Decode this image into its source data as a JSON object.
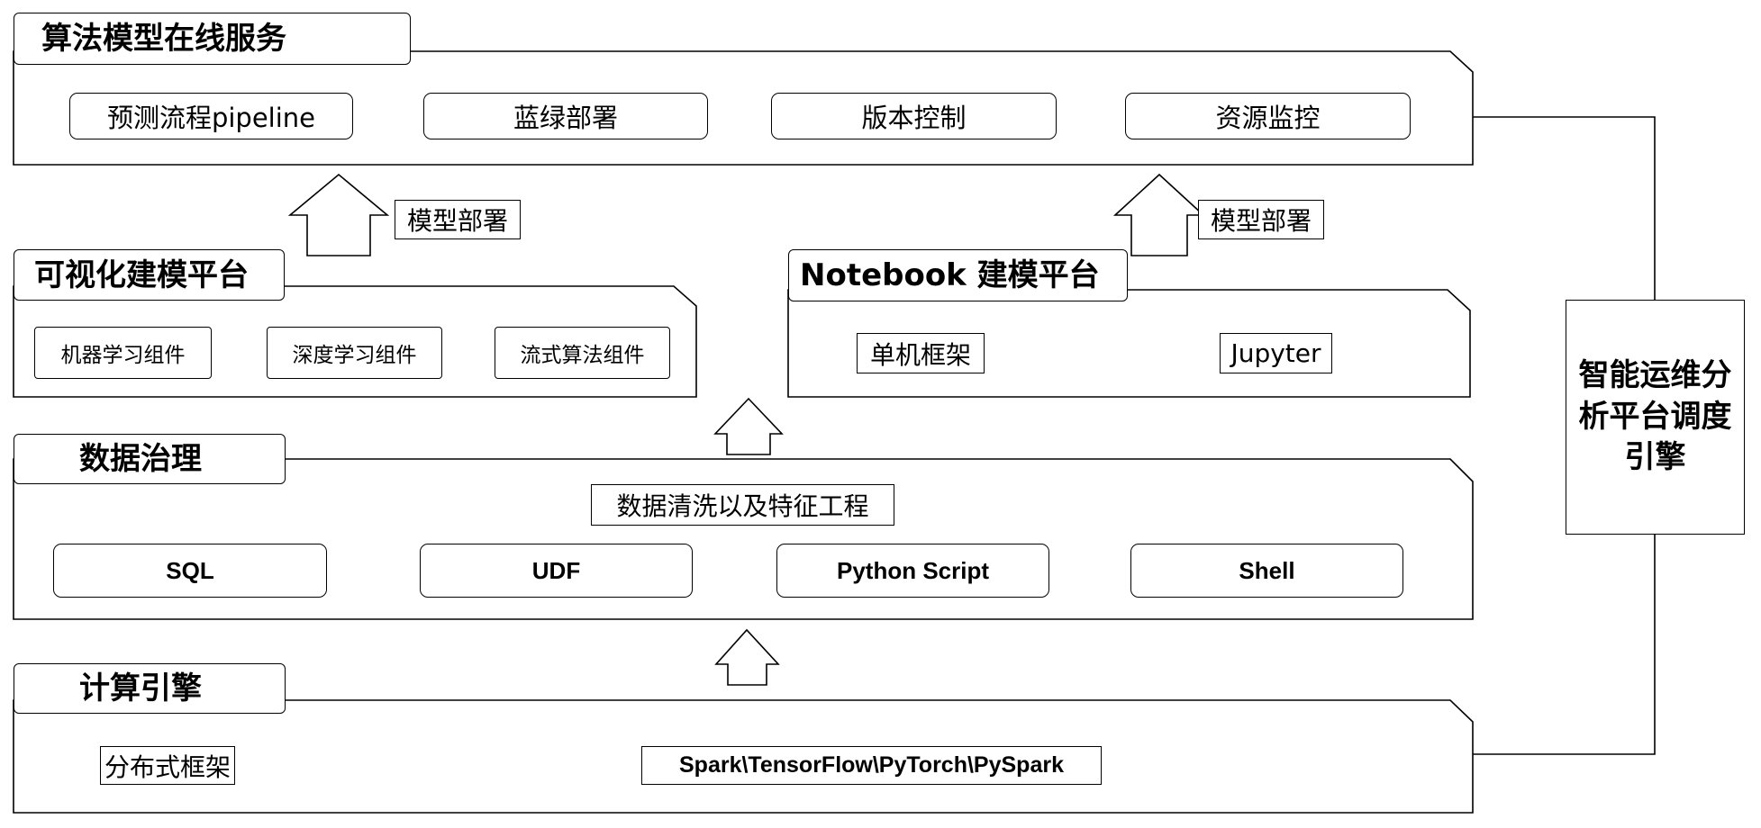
{
  "layers": {
    "online_service": {
      "title": "算法模型在线服务",
      "items": [
        "预测流程pipeline",
        "蓝绿部署",
        "版本控制",
        "资源监控"
      ]
    },
    "visual_modeling": {
      "title": "可视化建模平台",
      "items": [
        "机器学习组件",
        "深度学习组件",
        "流式算法组件"
      ]
    },
    "notebook_modeling": {
      "title": "Notebook 建模平台",
      "items": [
        "单机框架",
        "Jupyter"
      ]
    },
    "data_governance": {
      "title": "数据治理",
      "subtitle": "数据清洗以及特征工程",
      "items": [
        "SQL",
        "UDF",
        "Python Script",
        "Shell"
      ]
    },
    "compute_engine": {
      "title": "计算引擎",
      "framework_label": "分布式框架",
      "frameworks": "Spark\\TensorFlow\\PyTorch\\PySpark"
    }
  },
  "arrows": {
    "deploy_left": "模型部署",
    "deploy_right": "模型部署"
  },
  "scheduler": {
    "title": "智能运维分析平台调度引擎"
  }
}
